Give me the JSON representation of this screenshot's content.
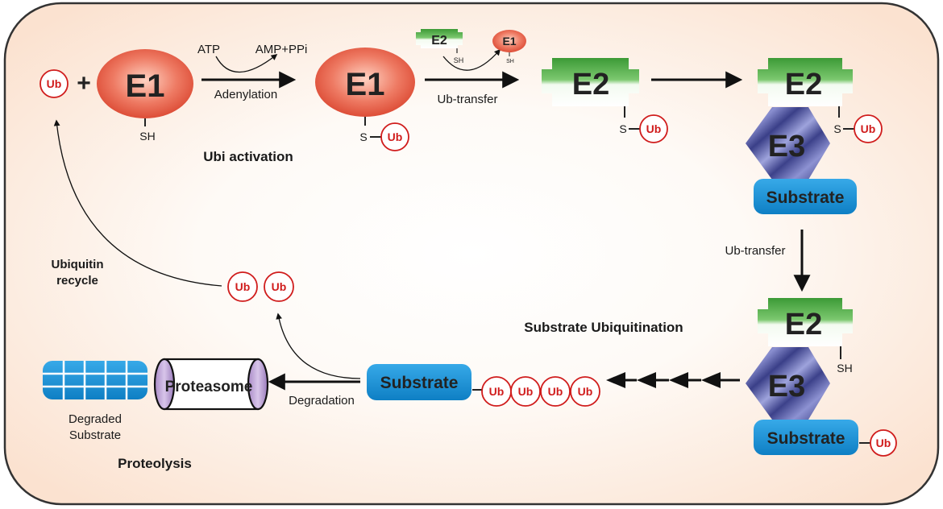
{
  "enzymes": {
    "e1": "E1",
    "e2": "E2",
    "e3": "E3"
  },
  "molecules": {
    "ub": "Ub",
    "sh": "SH",
    "s": "S",
    "substrate": "Substrate",
    "proteasome": "Proteasome"
  },
  "labels": {
    "atp": "ATP",
    "amp_ppi": "AMP+PPi",
    "adenylation": "Adenylation",
    "ub_activation": "Ubi activation",
    "ub_transfer": "Ub-transfer",
    "substrate_ubiquitination": "Substrate Ubiquitination",
    "degradation": "Degradation",
    "ubiquitin_recycle_1": "Ubiquitin",
    "ubiquitin_recycle_2": "recycle",
    "degraded_substrate_1": "Degraded",
    "degraded_substrate_2": "Substrate",
    "proteolysis": "Proteolysis",
    "plus": "+"
  },
  "colors": {
    "background_center": "#ffffff",
    "background_edge": "#fbe6d6",
    "e1_red": "#e0513b",
    "e2_green": "#45a83d",
    "e3_blue": "#4a4f9a",
    "substrate_blue": "#1c93d6",
    "ub_red": "#d01c1c",
    "proteasome_purple": "#b79ad0"
  }
}
